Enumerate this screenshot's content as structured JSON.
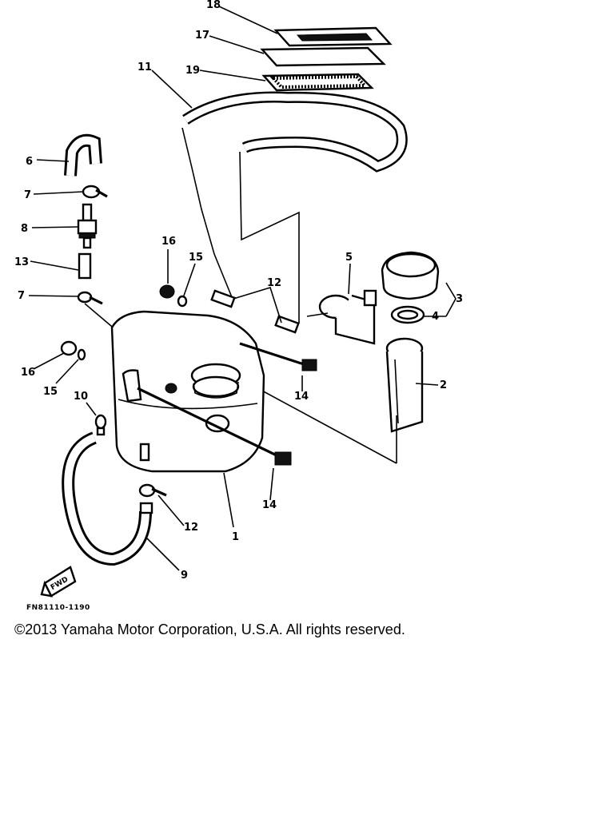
{
  "diagram": {
    "callouts": {
      "c18": "18",
      "c17": "17",
      "c19": "19",
      "c11": "11",
      "c6": "6",
      "c7a": "7",
      "c8": "8",
      "c13": "13",
      "c7b": "7",
      "c16a": "16",
      "c15a": "15",
      "c12a": "12",
      "c5": "5",
      "c3": "3",
      "c4": "4",
      "c2": "2",
      "c16b": "16",
      "c15b": "15",
      "c10": "10",
      "c14a": "14",
      "c14b": "14",
      "c12b": "12",
      "c1": "1",
      "c9": "9"
    },
    "fwd_label": "FWD",
    "figure_code": "FN81110-1190"
  },
  "footer": {
    "copyright": "©2013 Yamaha Motor Corporation, U.S.A. All rights reserved."
  }
}
